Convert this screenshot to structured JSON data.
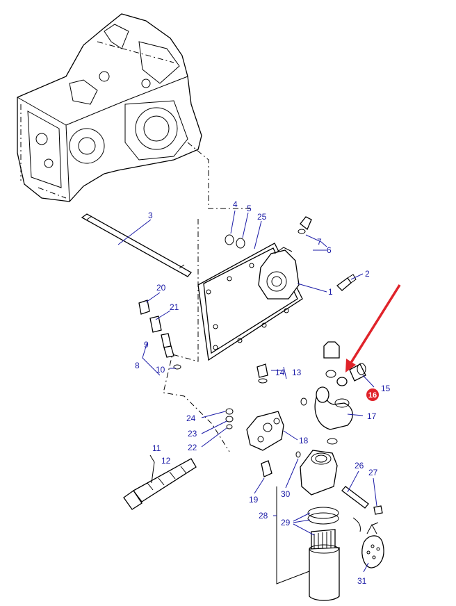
{
  "callouts": [
    "1",
    "2",
    "3",
    "4",
    "5",
    "6",
    "7",
    "8",
    "9",
    "10",
    "11",
    "12",
    "13",
    "14",
    "15",
    "16",
    "17",
    "19",
    "20",
    "21",
    "22",
    "23",
    "24",
    "25",
    "26",
    "27",
    "28",
    "29",
    "30",
    "31",
    "18"
  ],
  "highlight": {
    "label": "16",
    "color": "#e0232a"
  },
  "arrow_color": "#e0232a",
  "label_color": "#1a1aa6"
}
